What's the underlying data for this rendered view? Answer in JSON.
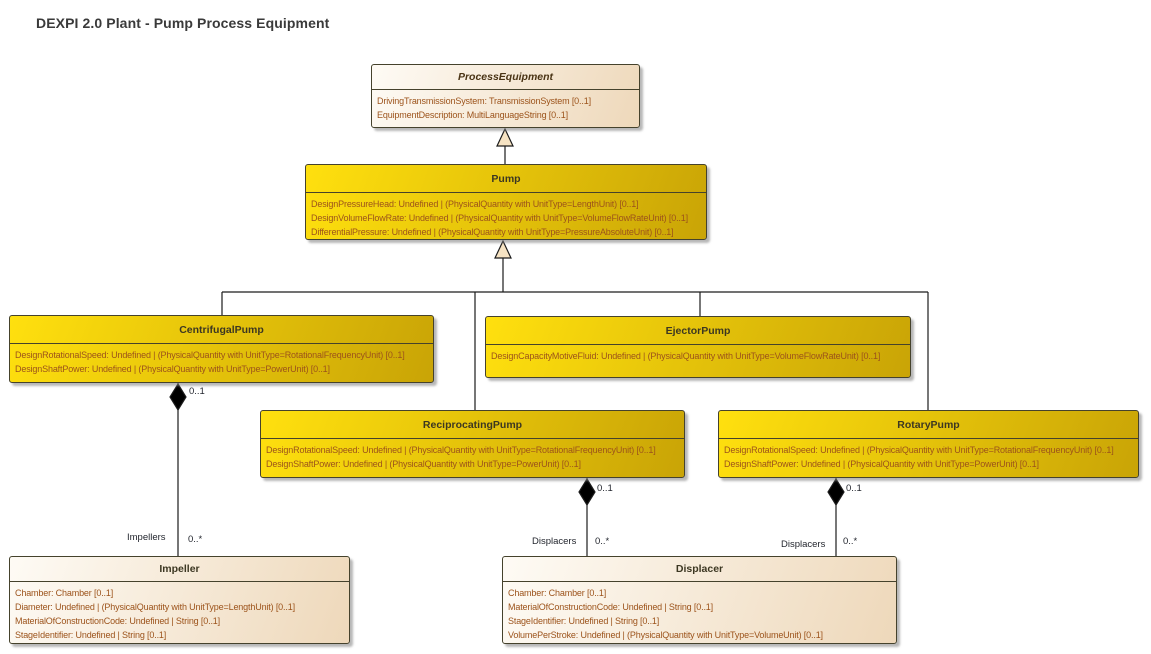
{
  "diagram": {
    "title": "DEXPI 2.0 Plant - Pump Process Equipment"
  },
  "colors": {
    "title-ink": "#3a3a3a",
    "yellow-light": "#ffe00e",
    "yellow-dark": "#c9a406",
    "beige-light": "#fefbf5",
    "beige-dark": "#eed8ba",
    "box-border": "#45422c",
    "class-title-ink": "#3c3722",
    "abstract-title-ink": "#4a3415",
    "attr-ink": "#9c531b",
    "edge-label-ink": "#23262e",
    "edge-line": "#1c1c1c",
    "generalization-arrow-fill": "#f6e3c3",
    "composition-diamond-fill": "#000000"
  },
  "classes": [
    {
      "name": "ProcessEquipment",
      "attributes": [
        "DrivingTransmissionSystem: TransmissionSystem [0..1]",
        "EquipmentDescription: MultiLanguageString [0..1]"
      ]
    },
    {
      "name": "Pump",
      "attributes": [
        "DesignPressureHead: Undefined | (PhysicalQuantity with UnitType=LengthUnit) [0..1]",
        "DesignVolumeFlowRate: Undefined | (PhysicalQuantity with UnitType=VolumeFlowRateUnit) [0..1]",
        "DifferentialPressure: Undefined | (PhysicalQuantity with UnitType=PressureAbsoluteUnit) [0..1]"
      ]
    },
    {
      "name": "CentrifugalPump",
      "attributes": [
        "DesignRotationalSpeed: Undefined | (PhysicalQuantity with UnitType=RotationalFrequencyUnit) [0..1]",
        "DesignShaftPower: Undefined | (PhysicalQuantity with UnitType=PowerUnit) [0..1]"
      ]
    },
    {
      "name": "EjectorPump",
      "attributes": [
        "DesignCapacityMotiveFluid: Undefined | (PhysicalQuantity with UnitType=VolumeFlowRateUnit) [0..1]"
      ]
    },
    {
      "name": "ReciprocatingPump",
      "attributes": [
        "DesignRotationalSpeed: Undefined | (PhysicalQuantity with UnitType=RotationalFrequencyUnit) [0..1]",
        "DesignShaftPower: Undefined | (PhysicalQuantity with UnitType=PowerUnit) [0..1]"
      ]
    },
    {
      "name": "RotaryPump",
      "attributes": [
        "DesignRotationalSpeed: Undefined | (PhysicalQuantity with UnitType=RotationalFrequencyUnit) [0..1]",
        "DesignShaftPower: Undefined | (PhysicalQuantity with UnitType=PowerUnit) [0..1]"
      ]
    },
    {
      "name": "Impeller",
      "attributes": [
        "Chamber: Chamber [0..1]",
        "Diameter: Undefined | (PhysicalQuantity with UnitType=LengthUnit) [0..1]",
        "MaterialOfConstructionCode: Undefined | String [0..1]",
        "StageIdentifier: Undefined | String [0..1]"
      ]
    },
    {
      "name": "Displacer",
      "attributes": [
        "Chamber: Chamber [0..1]",
        "MaterialOfConstructionCode: Undefined | String [0..1]",
        "StageIdentifier: Undefined | String [0..1]",
        "VolumePerStroke: Undefined | (PhysicalQuantity with UnitType=VolumeUnit) [0..1]"
      ]
    }
  ],
  "relationships": {
    "centrifugal_impeller": {
      "source_mult": "0..1",
      "role": "Impellers",
      "target_mult": "0..*"
    },
    "reciprocating_displacer": {
      "source_mult": "0..1",
      "role": "Displacers",
      "target_mult": "0..*"
    },
    "rotary_displacer": {
      "source_mult": "0..1",
      "role": "Displacers",
      "target_mult": "0..*"
    }
  }
}
